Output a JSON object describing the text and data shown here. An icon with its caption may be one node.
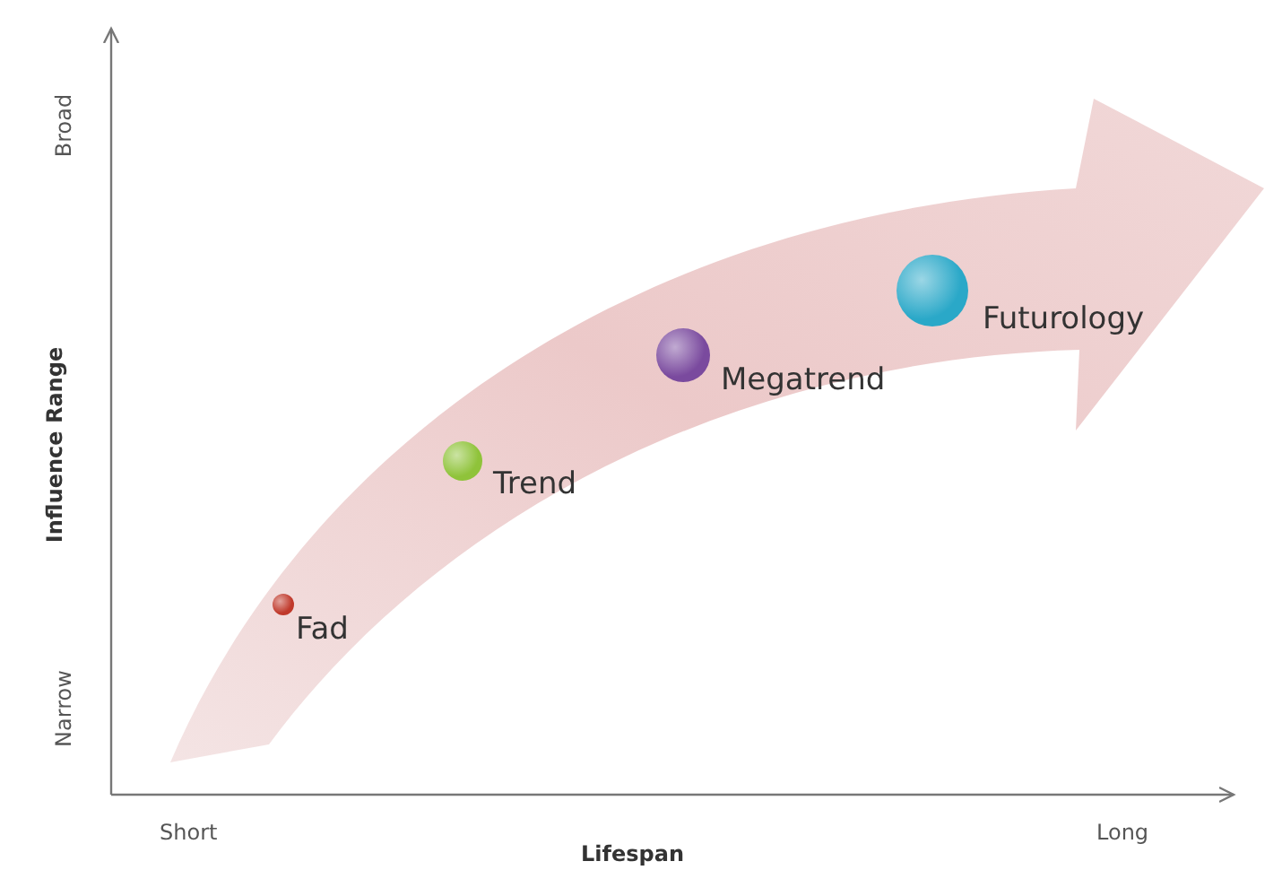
{
  "diagram": {
    "nodes": [
      {
        "text": [],
        "shape": "circle",
        "beside": [
          "Fad"
        ]
      },
      {
        "text": [],
        "shape": "circle",
        "beside": [
          "Trend"
        ]
      },
      {
        "text": [],
        "shape": "circle",
        "beside": [
          "Megatrend"
        ]
      },
      {
        "text": [],
        "shape": "circle",
        "beside": [
          "Futurology"
        ]
      }
    ],
    "labels": [
      "Broad",
      "Influence Range",
      "Narrow",
      "Short",
      "Lifespan",
      "Long"
    ]
  }
}
